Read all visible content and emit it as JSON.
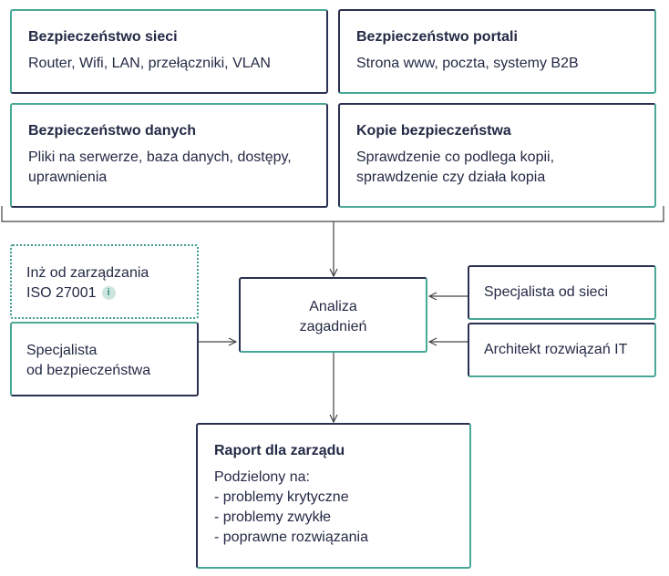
{
  "top_boxes": [
    {
      "title": "Bezpieczeństwo sieci",
      "desc": "Router, Wifi, LAN, przełączniki, VLAN"
    },
    {
      "title": "Bezpieczeństwo portali",
      "desc": "Strona www, poczta, systemy B2B"
    },
    {
      "title": "Bezpieczeństwo danych",
      "desc_line1": "Pliki na serwerze, baza danych, dostępy,",
      "desc_line2": "uprawnienia"
    },
    {
      "title": "Kopie bezpieczeństwa",
      "desc_line1": "Sprawdzenie co podlega kopii,",
      "desc_line2": "sprawdzenie czy działa kopia"
    }
  ],
  "left_roles": {
    "iso": {
      "line1": "Inż od zarządzania",
      "line2": "ISO 27001",
      "icon": "info-icon"
    },
    "security_specialist": {
      "line1": "Specjalista",
      "line2": "od bezpieczeństwa"
    }
  },
  "center": {
    "line1": "Analiza",
    "line2": "zagadnień"
  },
  "right_roles": {
    "network_specialist": "Specjalista od sieci",
    "it_architect": "Architekt rozwiązań IT"
  },
  "report": {
    "title": "Raport dla zarządu",
    "intro": "Podzielony na:",
    "items": [
      "- problemy krytyczne",
      "- problemy zwykłe",
      "- poprawne rozwiązania"
    ]
  },
  "colors": {
    "accent": "#4aa897",
    "dark": "#2a3050",
    "arrow": "#444444"
  }
}
